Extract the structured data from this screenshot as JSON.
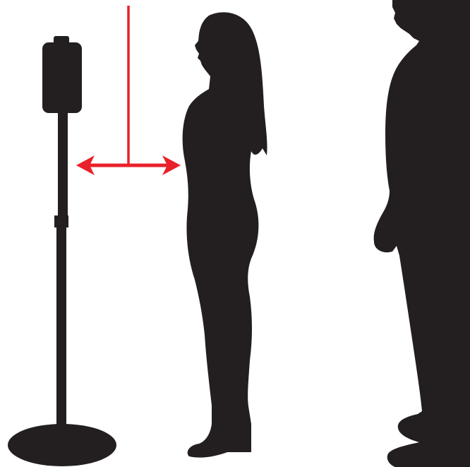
{
  "colors": {
    "background": "#ffffff",
    "silhouette": "#231f20",
    "indicator": "#e8212a"
  },
  "figures": [
    {
      "kind": "sanitizer-dispenser-stand",
      "icon": "dispenser-stand-icon"
    },
    {
      "kind": "woman-silhouette",
      "icon": "person-icon"
    },
    {
      "kind": "man-silhouette",
      "icon": "person-icon"
    }
  ],
  "indicator": {
    "kind": "distance-arrow",
    "icon": "double-arrow-icon"
  }
}
